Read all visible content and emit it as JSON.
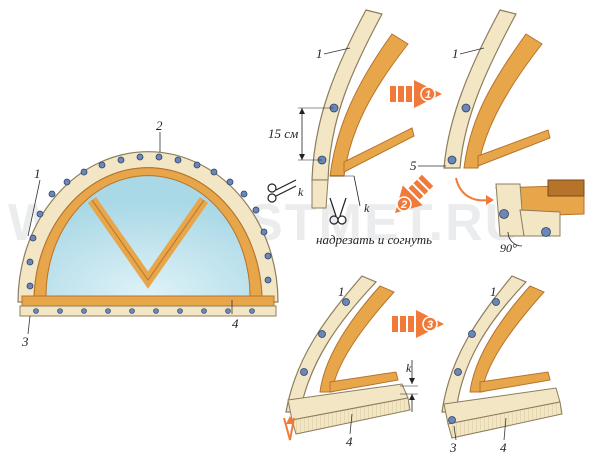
{
  "watermark": "WWW.VESTMET.RU",
  "labels": {
    "one": "1",
    "two": "2",
    "three": "3",
    "four": "4",
    "five": "5",
    "k": "k",
    "distance": "15 см",
    "cut_note": "надрезать и согнуть",
    "angle": "90°"
  },
  "steps": [
    "1",
    "2",
    "3"
  ],
  "colors": {
    "frame_wood": "#e8a64b",
    "frame_dark": "#b8732a",
    "profile": "#f2e6c4",
    "profile_edge": "#8c7d5c",
    "glass": "#bfe4ef",
    "arrow": "#f07a3a",
    "nail": "#6b86b8"
  }
}
